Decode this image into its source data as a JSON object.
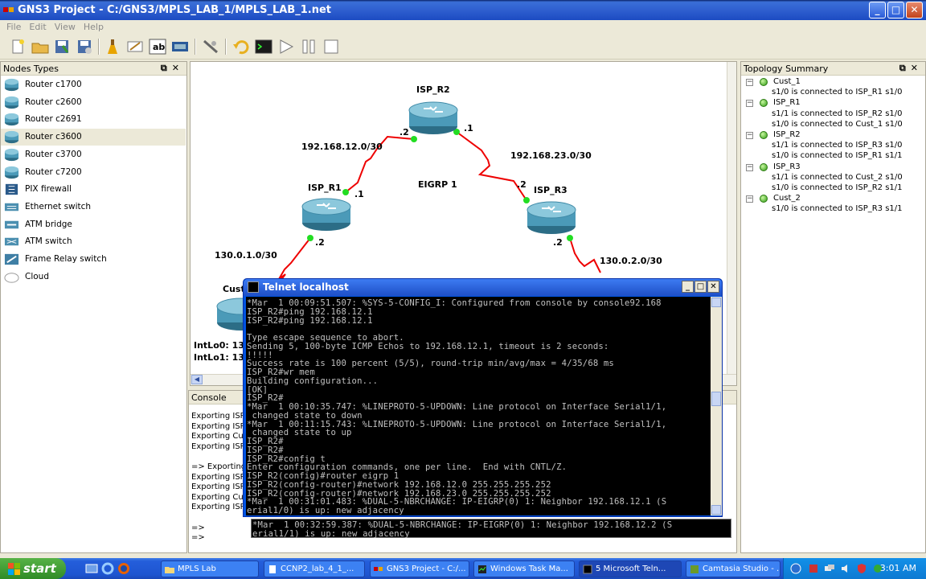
{
  "window": {
    "title": "GNS3 Project - C:/GNS3/MPLS_LAB_1/MPLS_LAB_1.net",
    "min": "_",
    "max": "□",
    "close": "✕"
  },
  "menu": [
    "File",
    "Edit",
    "View",
    "Help"
  ],
  "nodes_panel": {
    "title": "Nodes Types",
    "items": [
      {
        "label": "Router c1700",
        "icon": "router-icon"
      },
      {
        "label": "Router c2600",
        "icon": "router-icon"
      },
      {
        "label": "Router c2691",
        "icon": "router-icon"
      },
      {
        "label": "Router c3600",
        "icon": "router-icon",
        "selected": true
      },
      {
        "label": "Router c3700",
        "icon": "router-icon"
      },
      {
        "label": "Router c7200",
        "icon": "router-icon"
      },
      {
        "label": "PIX firewall",
        "icon": "firewall-icon"
      },
      {
        "label": "Ethernet switch",
        "icon": "switch-icon"
      },
      {
        "label": "ATM bridge",
        "icon": "bridge-icon"
      },
      {
        "label": "ATM switch",
        "icon": "atm-switch-icon"
      },
      {
        "label": "Frame Relay switch",
        "icon": "frame-relay-icon"
      },
      {
        "label": "Cloud",
        "icon": "cloud-icon"
      }
    ]
  },
  "topology": {
    "nodes": [
      {
        "name": "ISP_R2"
      },
      {
        "name": "ISP_R1"
      },
      {
        "name": "ISP_R3"
      },
      {
        "name": "Cust"
      }
    ],
    "labels": {
      "net12": "192.168.12.0/30",
      "net23": "192.168.23.0/30",
      "eigrp": "EIGRP 1",
      "net01": "130.0.1.0/30",
      "net02": "130.0.2.0/30",
      "r2_left": ".2",
      "r2_right": ".1",
      "r1_top": ".1",
      "r1_bottom": ".2",
      "r3_top": ".2",
      "r3_bottom": ".2",
      "intlo0": "IntLo0: 13",
      "intlo1": "IntLo1: 13"
    }
  },
  "topology_summary": {
    "title": "Topology Summary",
    "groups": [
      {
        "name": "Cust_1",
        "lines": [
          "s1/0 is connected to ISP_R1 s1/0"
        ]
      },
      {
        "name": "ISP_R1",
        "lines": [
          "s1/1 is connected to ISP_R2 s1/0",
          "s1/0 is connected to Cust_1 s1/0"
        ]
      },
      {
        "name": "ISP_R2",
        "lines": [
          "s1/1 is connected to ISP_R3 s1/0",
          "s1/0 is connected to ISP_R1 s1/1"
        ]
      },
      {
        "name": "ISP_R3",
        "lines": [
          "s1/1 is connected to Cust_2 s1/0",
          "s1/0 is connected to ISP_R2 s1/1"
        ]
      },
      {
        "name": "Cust_2",
        "lines": [
          "s1/0 is connected to ISP_R3 s1/1"
        ]
      }
    ]
  },
  "console": {
    "title": "Console",
    "lines": [
      "Exporting ISP_",
      "Exporting ISP_",
      "Exporting Cust",
      "Exporting ISP_",
      "",
      "=> Exporting",
      "Exporting ISP_",
      "Exporting ISP_",
      "Exporting Cust",
      "Exporting ISP_",
      "",
      "=>",
      "=>"
    ]
  },
  "telnet": {
    "title": "Telnet localhost",
    "lines": [
      "*Mar  1 00:09:51.507: %SYS-5-CONFIG_I: Configured from console by console92.168",
      "ISP_R2#ping 192.168.12.1",
      "ISP_R2#ping 192.168.12.1",
      "",
      "Type escape sequence to abort.",
      "Sending 5, 100-byte ICMP Echos to 192.168.12.1, timeout is 2 seconds:",
      "!!!!!",
      "Success rate is 100 percent (5/5), round-trip min/avg/max = 4/35/68 ms",
      "ISP_R2#wr mem",
      "Building configuration...",
      "[OK]",
      "ISP_R2#",
      "*Mar  1 00:10:35.747: %LINEPROTO-5-UPDOWN: Line protocol on Interface Serial1/1,",
      " changed state to down",
      "*Mar  1 00:11:15.743: %LINEPROTO-5-UPDOWN: Line protocol on Interface Serial1/1,",
      " changed state to up",
      "ISP_R2#",
      "ISP_R2#",
      "ISP_R2#config t",
      "Enter configuration commands, one per line.  End with CNTL/Z.",
      "ISP_R2(config)#router eigrp 1",
      "ISP_R2(config-router)#network 192.168.12.0 255.255.255.252",
      "ISP_R2(config-router)#network 192.168.23.0 255.255.255.252",
      "*Mar  1 00:31:01.483: %DUAL-5-NBRCHANGE: IP-EIGRP(0) 1: Neighbor 192.168.12.1 (S",
      "erial1/0) is up: new adjacency"
    ]
  },
  "telnet2": {
    "lines": [
      "*Mar  1 00:32:59.387: %DUAL-5-NBRCHANGE: IP-EIGRP(0) 1: Neighbor 192.168.12.2 (S",
      "erial1/1) is up: new adjacency"
    ]
  },
  "taskbar": {
    "start": "start",
    "tasks": [
      {
        "label": "MPLS Lab"
      },
      {
        "label": "CCNP2_lab_4_1_..."
      },
      {
        "label": "GNS3 Project - C:/..."
      },
      {
        "label": "Windows Task Ma..."
      },
      {
        "label": "5 Microsoft Teln..."
      },
      {
        "label": "Camtasia Studio - ..."
      }
    ],
    "clock": "3:01 AM"
  }
}
